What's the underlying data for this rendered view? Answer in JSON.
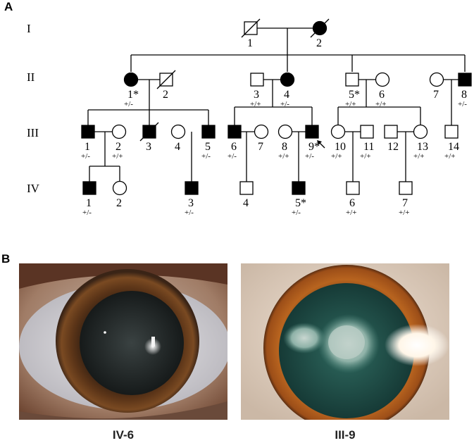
{
  "panels": {
    "a": "A",
    "b": "B"
  },
  "generations": [
    "I",
    "II",
    "III",
    "IV"
  ],
  "individuals": [
    {
      "id": "I-1",
      "label": "1",
      "sex": "male",
      "affected": false,
      "deceased": true,
      "genotype": ""
    },
    {
      "id": "I-2",
      "label": "2",
      "sex": "female",
      "affected": true,
      "deceased": true,
      "genotype": ""
    },
    {
      "id": "II-1",
      "label": "1*",
      "sex": "female",
      "affected": true,
      "deceased": false,
      "genotype": "+/-"
    },
    {
      "id": "II-2",
      "label": "2",
      "sex": "male",
      "affected": false,
      "deceased": true,
      "genotype": ""
    },
    {
      "id": "II-3",
      "label": "3",
      "sex": "male",
      "affected": false,
      "deceased": false,
      "genotype": "+/+"
    },
    {
      "id": "II-4",
      "label": "4",
      "sex": "female",
      "affected": true,
      "deceased": false,
      "genotype": "+/-"
    },
    {
      "id": "II-5",
      "label": "5*",
      "sex": "male",
      "affected": false,
      "deceased": false,
      "genotype": "+/+"
    },
    {
      "id": "II-6",
      "label": "6",
      "sex": "female",
      "affected": false,
      "deceased": false,
      "genotype": "+/+"
    },
    {
      "id": "II-7",
      "label": "7",
      "sex": "female",
      "affected": false,
      "deceased": false,
      "genotype": ""
    },
    {
      "id": "II-8",
      "label": "8",
      "sex": "male",
      "affected": true,
      "deceased": false,
      "genotype": "+/-"
    },
    {
      "id": "III-1",
      "label": "1",
      "sex": "male",
      "affected": true,
      "deceased": false,
      "genotype": "+/-"
    },
    {
      "id": "III-2",
      "label": "2",
      "sex": "female",
      "affected": false,
      "deceased": false,
      "genotype": "+/+"
    },
    {
      "id": "III-3",
      "label": "3",
      "sex": "male",
      "affected": true,
      "deceased": true,
      "genotype": ""
    },
    {
      "id": "III-4",
      "label": "4",
      "sex": "female",
      "affected": false,
      "deceased": false,
      "genotype": ""
    },
    {
      "id": "III-5",
      "label": "5",
      "sex": "male",
      "affected": true,
      "deceased": false,
      "genotype": "+/-"
    },
    {
      "id": "III-6",
      "label": "6",
      "sex": "male",
      "affected": true,
      "deceased": false,
      "genotype": "+/-"
    },
    {
      "id": "III-7",
      "label": "7",
      "sex": "female",
      "affected": false,
      "deceased": false,
      "genotype": ""
    },
    {
      "id": "III-8",
      "label": "8",
      "sex": "female",
      "affected": false,
      "deceased": false,
      "genotype": "+/+"
    },
    {
      "id": "III-9",
      "label": "9*",
      "sex": "male",
      "affected": true,
      "deceased": false,
      "genotype": "+/-",
      "proband": true
    },
    {
      "id": "III-10",
      "label": "10",
      "sex": "female",
      "affected": false,
      "deceased": false,
      "genotype": "+/+"
    },
    {
      "id": "III-11",
      "label": "11",
      "sex": "male",
      "affected": false,
      "deceased": false,
      "genotype": "+/+"
    },
    {
      "id": "III-12",
      "label": "12",
      "sex": "male",
      "affected": false,
      "deceased": false,
      "genotype": ""
    },
    {
      "id": "III-13",
      "label": "13",
      "sex": "female",
      "affected": false,
      "deceased": false,
      "genotype": "+/+"
    },
    {
      "id": "III-14",
      "label": "14",
      "sex": "male",
      "affected": false,
      "deceased": false,
      "genotype": "+/+"
    },
    {
      "id": "IV-1",
      "label": "1",
      "sex": "male",
      "affected": true,
      "deceased": false,
      "genotype": "+/-"
    },
    {
      "id": "IV-2",
      "label": "2",
      "sex": "female",
      "affected": false,
      "deceased": false,
      "genotype": ""
    },
    {
      "id": "IV-3",
      "label": "3",
      "sex": "male",
      "affected": true,
      "deceased": false,
      "genotype": "+/-"
    },
    {
      "id": "IV-4",
      "label": "4",
      "sex": "male",
      "affected": false,
      "deceased": false,
      "genotype": ""
    },
    {
      "id": "IV-5",
      "label": "5*",
      "sex": "male",
      "affected": true,
      "deceased": false,
      "genotype": "+/-"
    },
    {
      "id": "IV-6",
      "label": "6",
      "sex": "male",
      "affected": false,
      "deceased": false,
      "genotype": "+/+"
    },
    {
      "id": "IV-7",
      "label": "7",
      "sex": "male",
      "affected": false,
      "deceased": false,
      "genotype": "+/+"
    }
  ],
  "photos": [
    {
      "caption": "IV-6"
    },
    {
      "caption": "III-9"
    }
  ]
}
